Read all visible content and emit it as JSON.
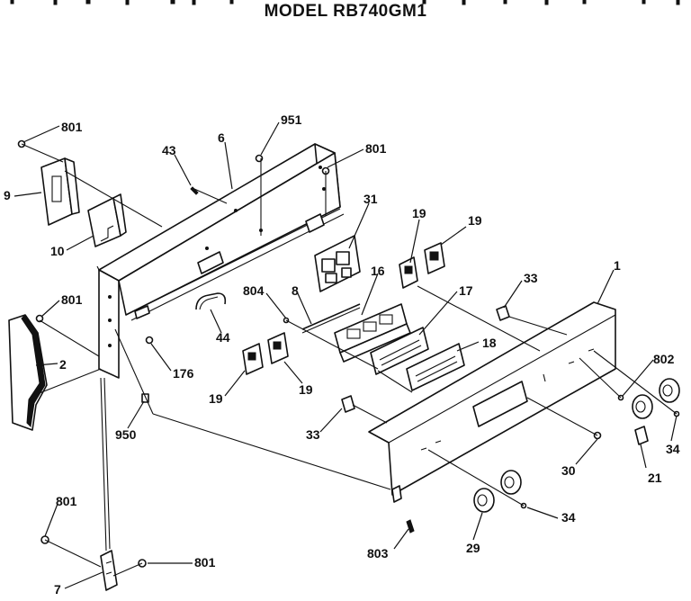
{
  "title": "MODEL RB740GM1",
  "callouts": [
    "801",
    "9",
    "10",
    "43",
    "6",
    "951",
    "801",
    "31",
    "19",
    "19",
    "1",
    "33",
    "801",
    "2",
    "176",
    "44",
    "804",
    "8",
    "16",
    "17",
    "18",
    "802",
    "19",
    "19",
    "950",
    "33",
    "30",
    "34",
    "21",
    "801",
    "7",
    "801",
    "803",
    "29",
    "34"
  ]
}
